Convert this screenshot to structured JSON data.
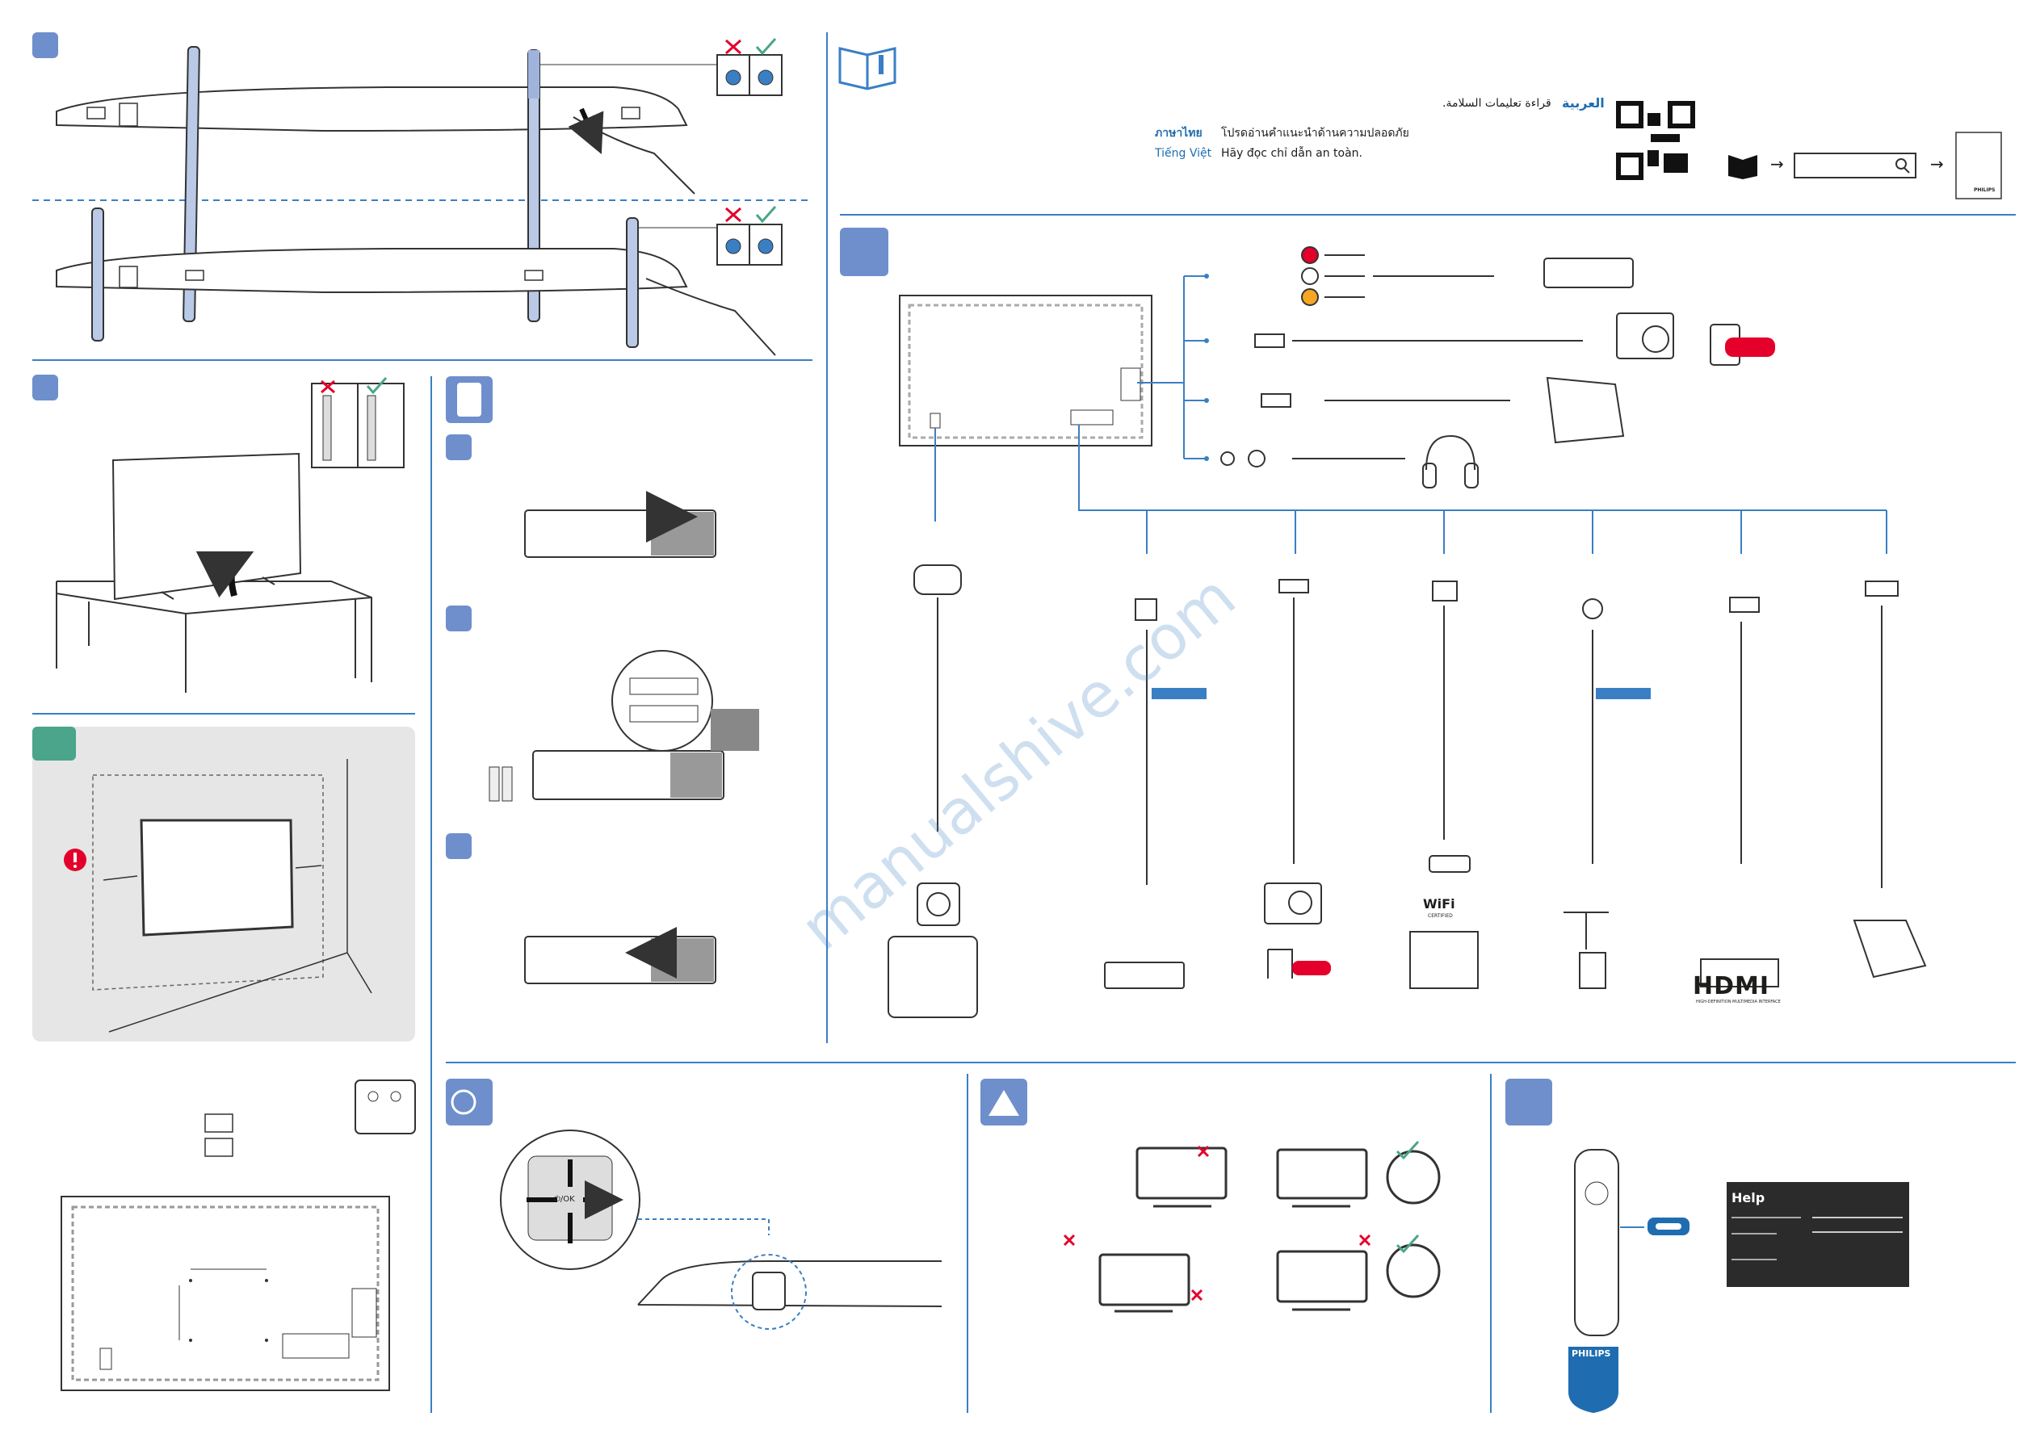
{
  "safety": {
    "arabic_label": "العربية",
    "arabic_text": ".قراءة تعليمات السلامة",
    "thai_label": "ภาษาไทย",
    "thai_text": "โปรดอ่านคำแนะนำด้านความปลอดภัย",
    "viet_label": "Tiếng Việt",
    "viet_text": "Hãy đọc chỉ dẫn an toàn."
  },
  "manual_search": {
    "arrow1": "→",
    "arrow2": "→",
    "booklet_brand": "PHILIPS"
  },
  "help_screen": {
    "title": "Help"
  },
  "remote_panel": {
    "ok_label": "⏻/OK"
  },
  "connections": {
    "hdmi_logo": "HDMI",
    "hdmi_tagline": "HIGH-DEFINITION MULTIMEDIA INTERFACE",
    "wifi_logo": "WiFi",
    "wifi_tagline": "CERTIFIED"
  },
  "brand": {
    "name": "PHILIPS"
  },
  "watermark": "manualshive.com",
  "colors": {
    "accent_blue": "#6e8fcc",
    "section_blue": "#3a7fc4",
    "warning_green": "#4aa58a",
    "alert_red": "#e4002b",
    "light_gray": "#e6e6e6"
  }
}
